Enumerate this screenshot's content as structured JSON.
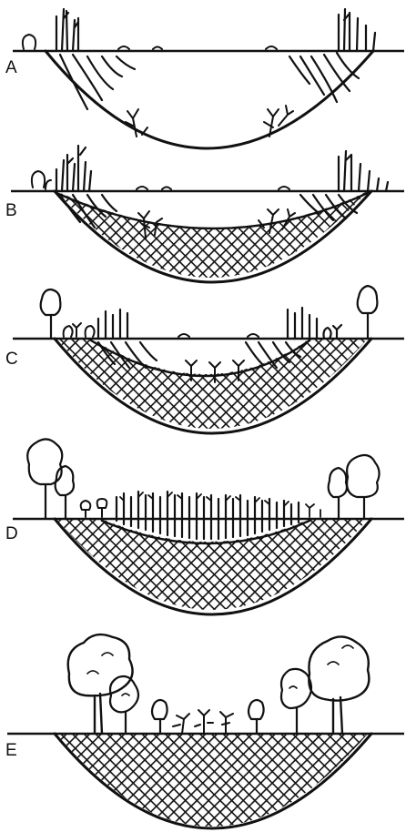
{
  "stages": [
    {
      "id": "A",
      "label": "A",
      "sediment": false
    },
    {
      "id": "B",
      "label": "B",
      "sediment": true
    },
    {
      "id": "C",
      "label": "C",
      "sediment": true
    },
    {
      "id": "D",
      "label": "D",
      "sediment": true
    },
    {
      "id": "E",
      "label": "E",
      "sediment": true
    }
  ]
}
